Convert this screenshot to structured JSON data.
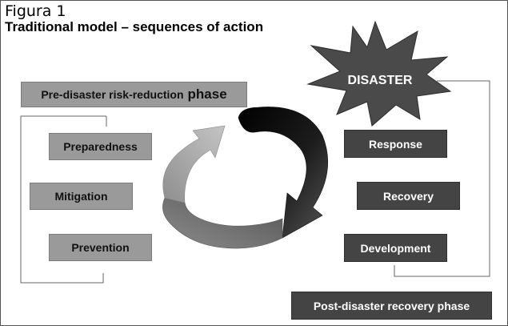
{
  "figure": {
    "label": "Figura 1",
    "title": "Traditional model – sequences of action"
  },
  "pre_phase": {
    "title_main": "Pre-disaster risk-reduction",
    "title_emph": "phase",
    "steps": [
      "Preparedness",
      "Mitigation",
      "Prevention"
    ]
  },
  "disaster": {
    "label": "DISASTER"
  },
  "post_phase": {
    "title": "Post-disaster recovery phase",
    "steps": [
      "Response",
      "Recovery",
      "Development"
    ]
  },
  "colors": {
    "light_box": "#9a9a9a",
    "dark_box": "#444444",
    "starburst": "#4a4a4a",
    "arrow_black": "#000000",
    "arrow_light": "#b0b0b0",
    "arrow_mid": "#777777"
  }
}
